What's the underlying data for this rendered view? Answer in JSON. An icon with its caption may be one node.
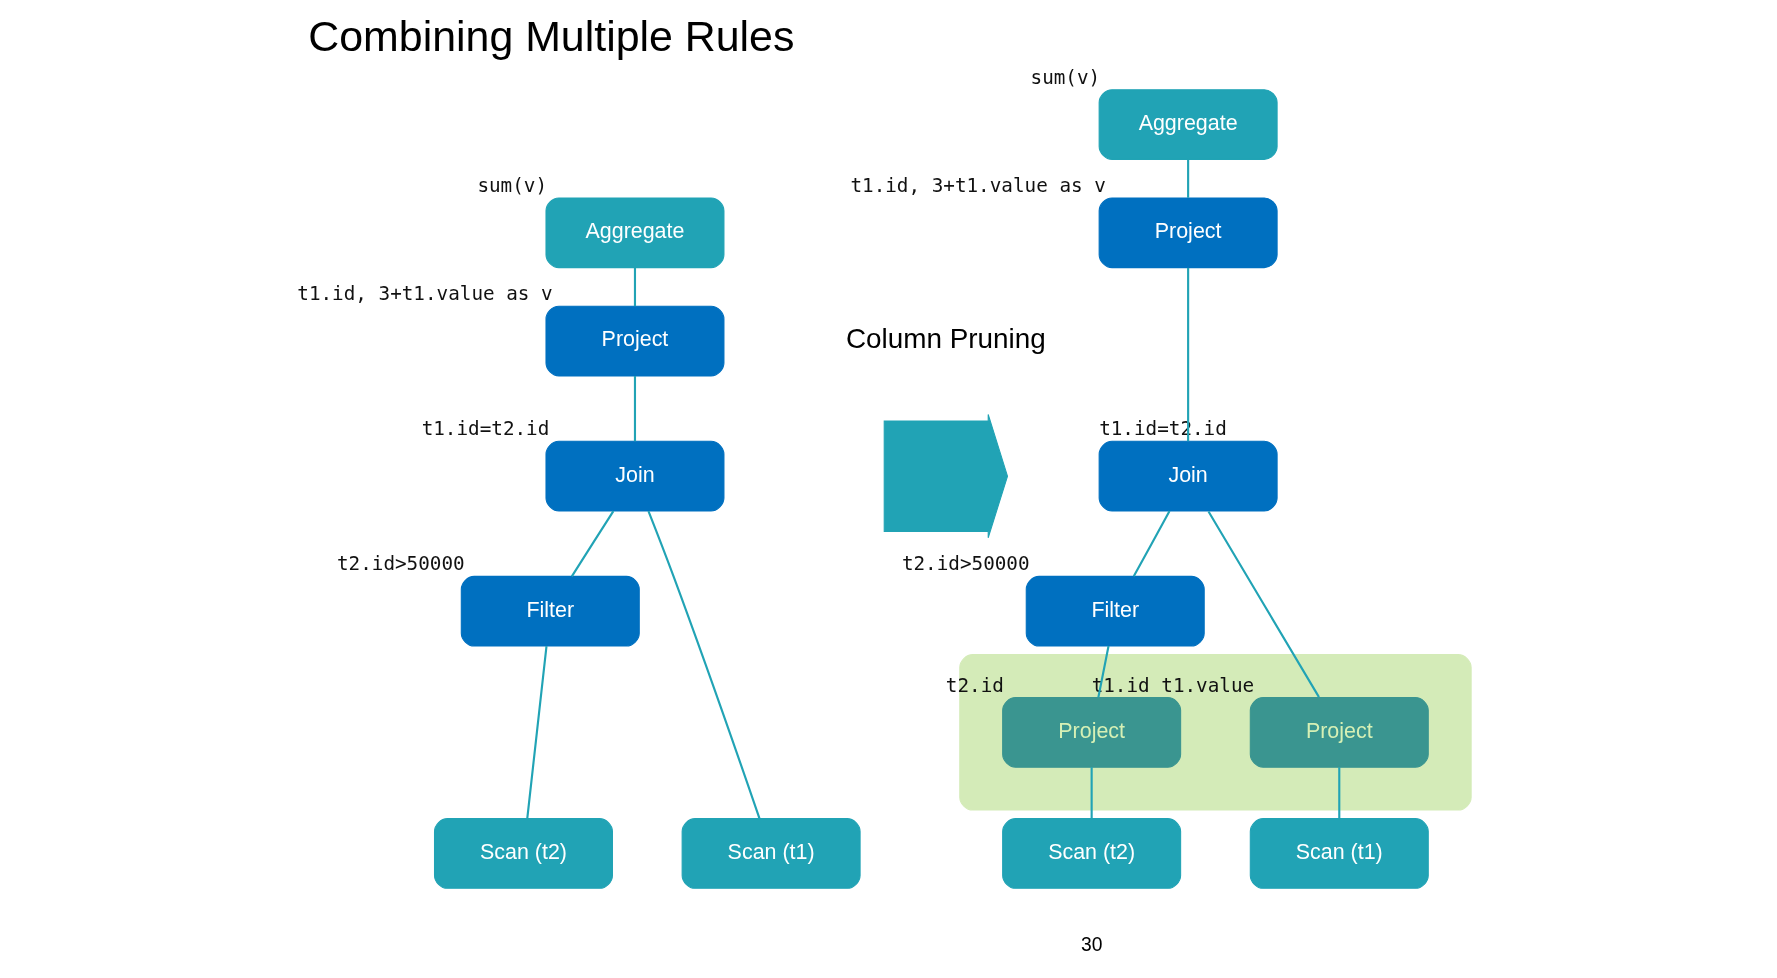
{
  "diagram": {
    "title": "Combining Multiple Rules",
    "nodes": [
      {
        "text": [
          "Aggregate"
        ],
        "beside": [
          "sum(v)"
        ]
      },
      {
        "text": [
          "Project"
        ],
        "beside": [
          "t1.id, 3+t1.value as v"
        ]
      },
      {
        "text": [
          "Join"
        ],
        "beside": [
          "t1.id=t2.id"
        ]
      },
      {
        "text": [
          "Filter"
        ],
        "beside": [
          "t2.id>50000"
        ]
      },
      {
        "text": [
          "Scan (t1)"
        ]
      },
      {
        "text": [
          "Scan (t2)"
        ]
      },
      {
        "text": [],
        "shape": "arrow"
      },
      {
        "text": [
          "Aggregate"
        ],
        "beside": [
          "sum(v)"
        ]
      },
      {
        "text": [
          "Project"
        ],
        "beside": [
          "t1.id, 3+t1.value as v"
        ]
      },
      {
        "text": [
          "Join"
        ],
        "beside": [
          "t1.id=t2.id"
        ]
      },
      {
        "text": [
          "Filter"
        ],
        "beside": [
          "t2.id>50000"
        ]
      },
      {
        "text": [],
        "shape": "box"
      },
      {
        "text": [
          "Project"
        ],
        "beside": [
          "t1.id t1.value"
        ],
        "in": 11
      },
      {
        "text": [
          "Project"
        ],
        "beside": [
          "t2.id"
        ],
        "in": 11
      },
      {
        "text": [
          "Scan (t1)"
        ]
      },
      {
        "text": [
          "Scan (t2)"
        ]
      }
    ],
    "edges": [
      {
        "from": 0,
        "to": 1,
        "arrow": "none"
      },
      {
        "from": 1,
        "to": 2,
        "arrow": "none"
      },
      {
        "from": 2,
        "to": 4,
        "arrow": "none"
      },
      {
        "from": 2,
        "to": 3,
        "arrow": "none"
      },
      {
        "from": 3,
        "to": 5,
        "arrow": "none"
      },
      {
        "from": 7,
        "to": 8,
        "arrow": "none"
      },
      {
        "from": 8,
        "to": 9,
        "arrow": "none"
      },
      {
        "from": 9,
        "to": 12,
        "arrow": "none"
      },
      {
        "from": 9,
        "to": 10,
        "arrow": "none"
      },
      {
        "from": 10,
        "to": 13,
        "arrow": "none"
      },
      {
        "from": 12,
        "to": 14,
        "arrow": "none"
      },
      {
        "from": 13,
        "to": 15,
        "arrow": "none"
      }
    ],
    "labels": [
      "Column Pruning",
      "30"
    ]
  }
}
